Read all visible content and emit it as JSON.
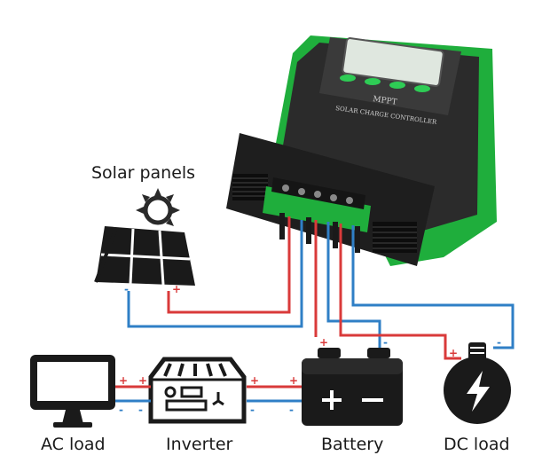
{
  "controller": {
    "brand": "MPPT",
    "subtitle": "SOLAR CHARGE CONTROLLER"
  },
  "labels": {
    "solar_panels": "Solar panels",
    "ac_load": "AC load",
    "inverter": "Inverter",
    "battery": "Battery",
    "dc_load": "DC load"
  },
  "polarity": {
    "plus": "+",
    "minus": "-"
  },
  "colors": {
    "positive_wire": "#d93a3a",
    "negative_wire": "#2f7fc6",
    "controller_accent": "#1fae3c",
    "controller_body": "#262626"
  }
}
